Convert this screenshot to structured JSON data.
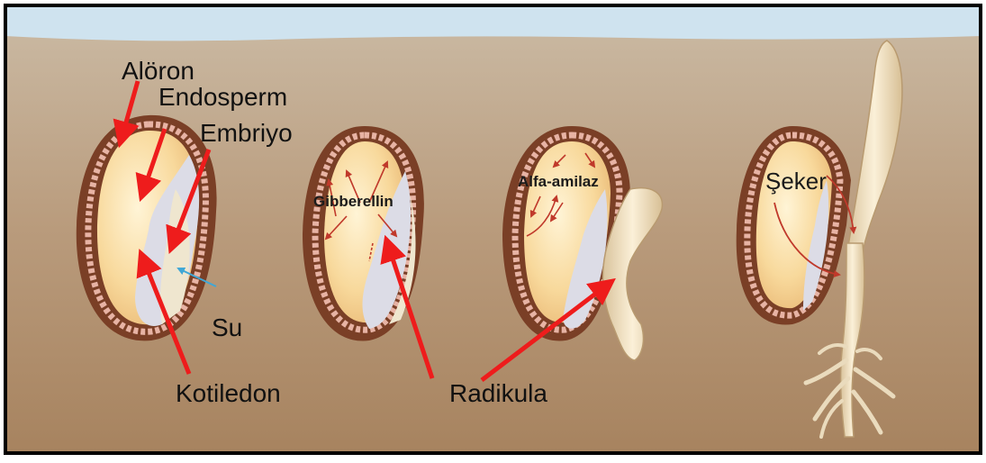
{
  "labels": {
    "aleurone": "Alöron",
    "endosperm": "Endosperm",
    "embryo": "Embriyo",
    "water": "Su",
    "cotyledon": "Kotiledon",
    "gibberellin": "Gibberellin",
    "alpha_amylase": "Alfa-amilaz",
    "sugar": "Şeker",
    "radicle": "Radikula"
  },
  "colors": {
    "soil_top": "#c9b9a3",
    "soil_bottom": "#a98664",
    "water_sky": "#cfe3ef",
    "seed_coat": "#7a3f26",
    "endosperm": "#f7d79a",
    "embryo": "#dcdce6",
    "root": "#f2e2c4",
    "arrow_red": "#ee1c1c",
    "arrow_blue": "#3fa7d6",
    "enzyme_arrow": "#c0392b"
  }
}
